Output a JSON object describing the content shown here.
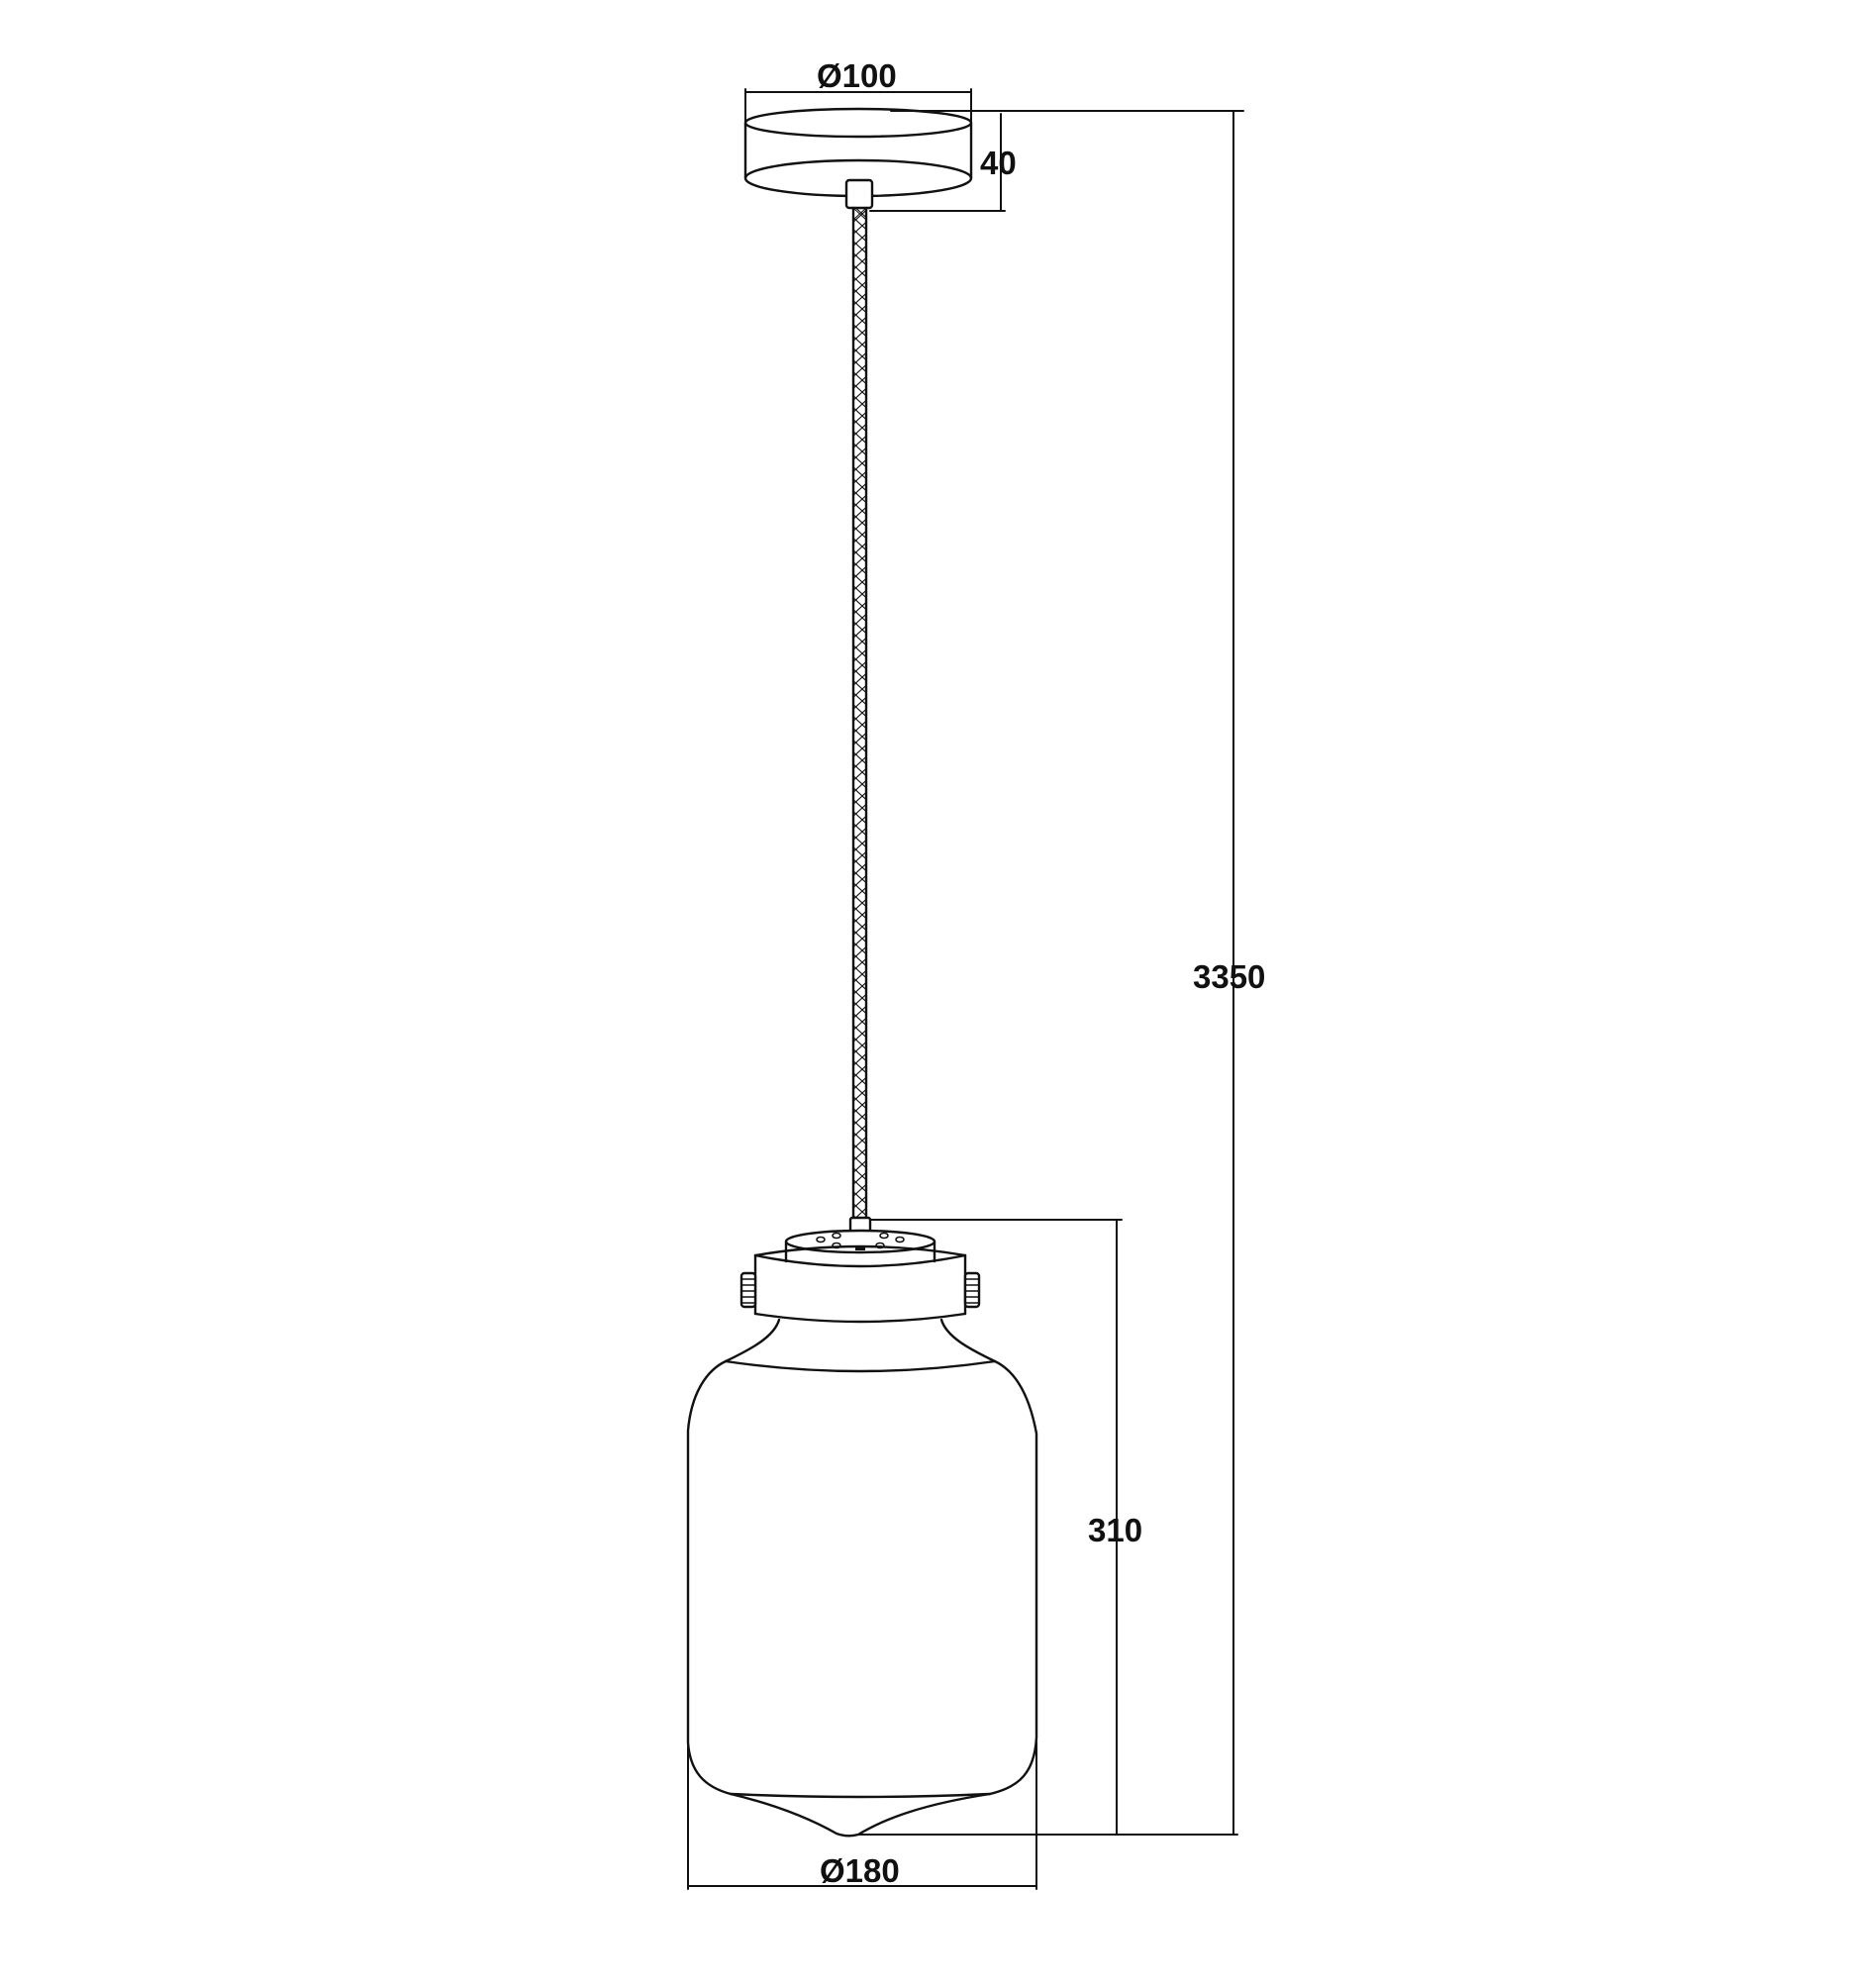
{
  "drawing": {
    "title": "Pendant lamp dimension drawing",
    "units": "mm",
    "line_color": "#111111",
    "background": "#ffffff"
  },
  "dimensions": {
    "canopy_diameter": "Ø100",
    "canopy_height": "40",
    "overall_height": "3350",
    "shade_height": "310",
    "shade_diameter": "Ø180"
  }
}
